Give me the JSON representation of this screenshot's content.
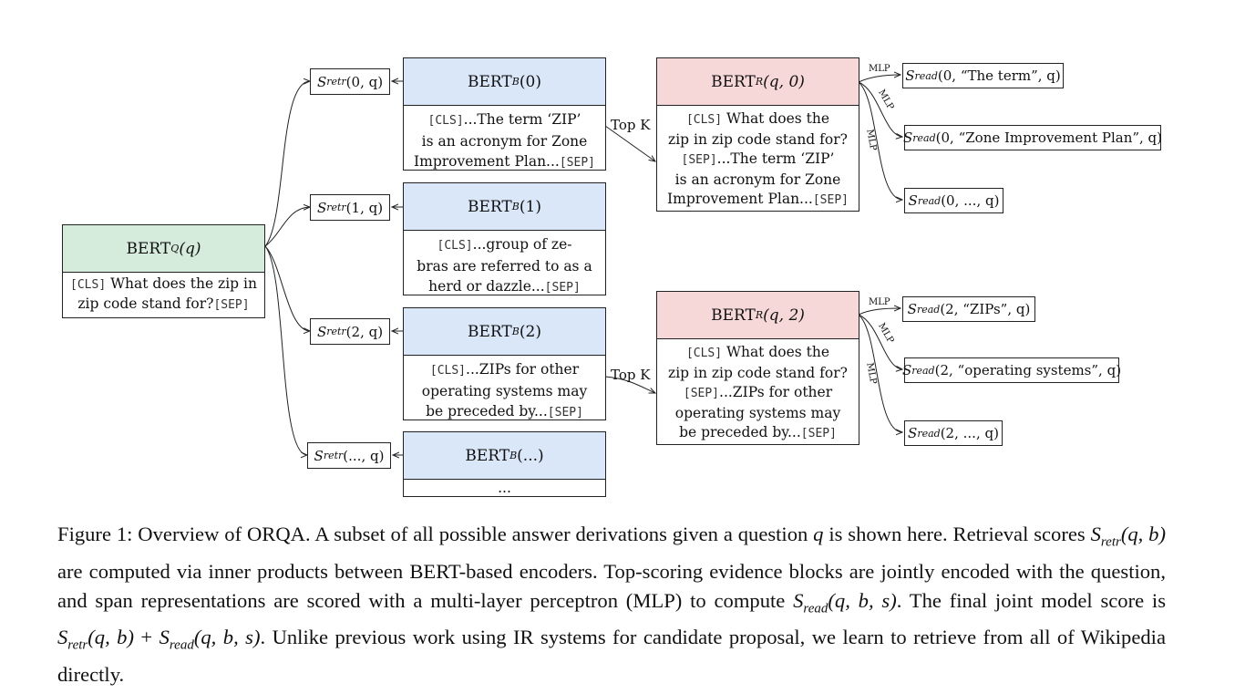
{
  "question_encoder": {
    "title_main": "BERT",
    "title_sub": "Q",
    "title_arg": "(q)",
    "cls": "[CLS]",
    "text_a": "What does the zip in",
    "text_b": "zip code stand for?",
    "sep": "[SEP]"
  },
  "retrieval_scores": [
    {
      "s": "S",
      "sub": "retr",
      "args": "(0, q)"
    },
    {
      "s": "S",
      "sub": "retr",
      "args": "(1, q)"
    },
    {
      "s": "S",
      "sub": "retr",
      "args": "(2, q)"
    },
    {
      "s": "S",
      "sub": "retr",
      "args": "(..., q)"
    }
  ],
  "evidence_blocks": [
    {
      "title_main": "BERT",
      "title_sub": "B",
      "title_arg": "(0)",
      "lines": [
        "...The term ‘ZIP’",
        "is an acronym for Zone",
        "Improvement Plan..."
      ]
    },
    {
      "title_main": "BERT",
      "title_sub": "B",
      "title_arg": "(1)",
      "lines": [
        "...group of ze-",
        "bras are referred to as a",
        "herd or dazzle..."
      ]
    },
    {
      "title_main": "BERT",
      "title_sub": "B",
      "title_arg": "(2)",
      "lines": [
        "...ZIPs for other",
        "operating systems may",
        "be preceded by..."
      ]
    },
    {
      "title_main": "BERT",
      "title_sub": "B",
      "title_arg": "(...)",
      "lines": [
        "..."
      ]
    }
  ],
  "topk_label": "Top K",
  "reader_blocks": [
    {
      "title_main": "BERT",
      "title_sub": "R",
      "title_arg": "(q, 0)",
      "lines": [
        "What does the",
        "zip in zip code stand for?",
        "...The term ‘ZIP’",
        "is an acronym for Zone",
        "Improvement Plan..."
      ]
    },
    {
      "title_main": "BERT",
      "title_sub": "R",
      "title_arg": "(q, 2)",
      "lines": [
        "What does the",
        "zip in zip code stand for?",
        "...ZIPs for other",
        "operating systems may",
        "be preceded by..."
      ]
    }
  ],
  "mlp_label": "MLP",
  "read_scores": [
    {
      "s": "S",
      "sub": "read",
      "args": "(0, “The term”, q)"
    },
    {
      "s": "S",
      "sub": "read",
      "args": "(0, “Zone Improvement Plan”, q)"
    },
    {
      "s": "S",
      "sub": "read",
      "args": "(0, ..., q)"
    },
    {
      "s": "S",
      "sub": "read",
      "args": "(2, “ZIPs”, q)"
    },
    {
      "s": "S",
      "sub": "read",
      "args": "(2, “operating systems”, q)"
    },
    {
      "s": "S",
      "sub": "read",
      "args": "(2, ..., q)"
    }
  ],
  "tokens": {
    "cls": "[CLS]",
    "sep": "[SEP]"
  },
  "caption": {
    "p1": "Figure 1: Overview of ORQA. A subset of all possible answer derivations given a question ",
    "q": "q",
    "p2": " is shown here. Retrieval scores ",
    "m1": "S",
    "m1sub": "retr",
    "m1args": "(q, b)",
    "p3": " are computed via inner products between BERT-based encoders. Top-scoring evidence blocks are jointly encoded with the question, and span representations are scored with a multi-layer perceptron (MLP) to compute ",
    "m2": "S",
    "m2sub": "read",
    "m2args": "(q, b, s)",
    "p4": ". The final joint model score is ",
    "m3": "S",
    "m3sub": "retr",
    "m3args": "(q, b)",
    "plus": " + ",
    "m4": "S",
    "m4sub": "read",
    "m4args": "(q, b, s)",
    "p5": ". Unlike previous work using IR systems for candidate proposal, we learn to retrieve from all of Wikipedia directly."
  }
}
